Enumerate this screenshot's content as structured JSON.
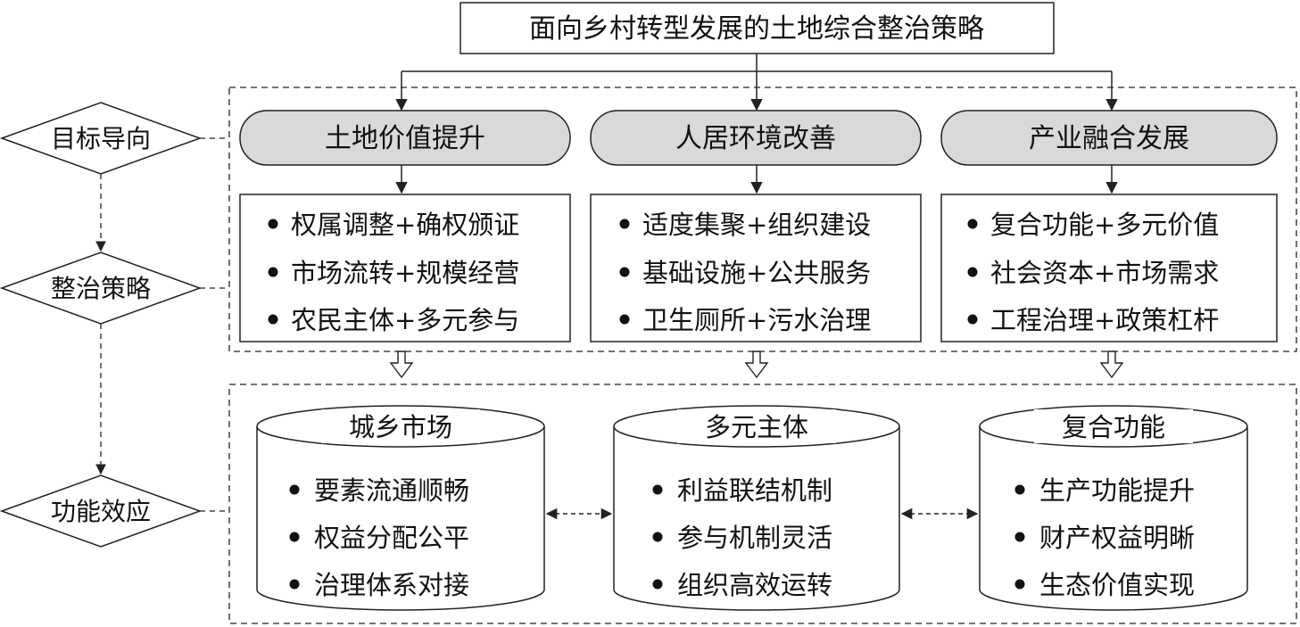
{
  "title": "面向乡村转型发展的土地综合整治策略",
  "side_labels": [
    "目标导向",
    "整治策略",
    "功能效应"
  ],
  "goals": [
    "土地价值提升",
    "人居环境改善",
    "产业融合发展"
  ],
  "strategies": [
    [
      "权属调整+确权颁证",
      "市场流转+规模经营",
      "农民主体+多元参与"
    ],
    [
      "适度集聚+组织建设",
      "基础设施+公共服务",
      "卫生厕所+污水治理"
    ],
    [
      "复合功能+多元价值",
      "社会资本+市场需求",
      "工程治理+政策杠杆"
    ]
  ],
  "effects": [
    {
      "title": "城乡市场",
      "items": [
        "要素流通顺畅",
        "权益分配公平",
        "治理体系对接"
      ]
    },
    {
      "title": "多元主体",
      "items": [
        "利益联结机制",
        "参与机制灵活",
        "组织高效运转"
      ]
    },
    {
      "title": "复合功能",
      "items": [
        "生产功能提升",
        "财产权益明晰",
        "生态价值实现"
      ]
    }
  ]
}
